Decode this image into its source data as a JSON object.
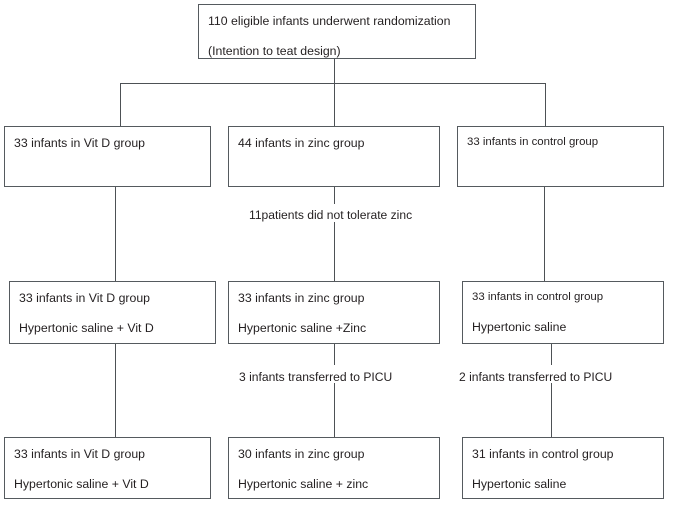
{
  "diagram": {
    "title": "CONSORT-style participant flow diagram",
    "colors": {
      "box_border": "#555a5e",
      "connector": "#4d5155",
      "text": "#231f20",
      "background": "#ffffff"
    },
    "nodes": {
      "enrollment": {
        "line1": "110 eligible infants underwent randomization",
        "line2": "(Intention to teat design)"
      },
      "alloc_vitd": {
        "line1": "33 infants in Vit D group"
      },
      "alloc_zinc": {
        "line1": "44 infants in zinc group"
      },
      "alloc_control": {
        "line1": "33 infants in control group"
      },
      "treat_vitd": {
        "line1": "33 infants in Vit D group",
        "line2": "Hypertonic saline + Vit D"
      },
      "treat_zinc": {
        "line1": "33 infants in zinc group",
        "line2": "Hypertonic saline +Zinc"
      },
      "treat_control": {
        "line1": "33 infants in control group",
        "line2": "Hypertonic saline"
      },
      "final_vitd": {
        "line1": "33 infants in Vit D group",
        "line2": "Hypertonic saline + Vit D"
      },
      "final_zinc": {
        "line1": "30 infants in zinc group",
        "line2": "Hypertonic saline + zinc"
      },
      "final_control": {
        "line1": "31 infants in control group",
        "line2": "Hypertonic saline"
      }
    },
    "notes": {
      "zinc_intolerance": "11patients did not tolerate zinc",
      "picu_zinc": "3 infants transferred to PICU",
      "picu_control": "2 infants transferred to PICU"
    }
  }
}
